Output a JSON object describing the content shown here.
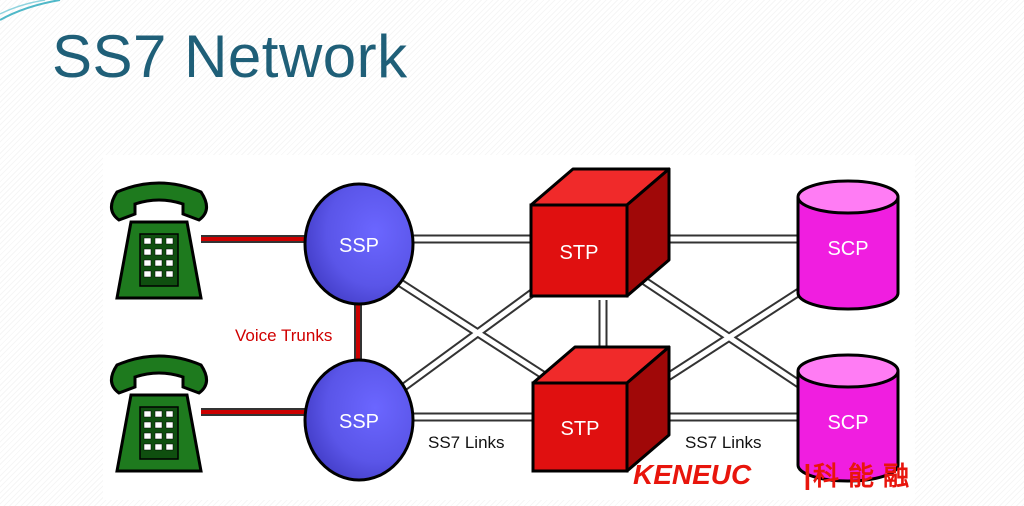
{
  "title": "SS7 Network",
  "nodes": {
    "ssp_top": "SSP",
    "ssp_bottom": "SSP",
    "stp_top": "STP",
    "stp_bottom": "STP",
    "scp_top": "SCP",
    "scp_bottom": "SCP"
  },
  "labels": {
    "voice_trunks": "Voice Trunks",
    "ss7_links_left": "SS7 Links",
    "ss7_links_right": "SS7 Links"
  },
  "logo": {
    "latin": "KENEUC",
    "separator": "|",
    "cjk": "科 能 融 合"
  },
  "colors": {
    "title": "#1f5f78",
    "phone_green": "#1e7a1e",
    "ssp_blue": "#5a55e8",
    "stp_red": "#e01010",
    "scp_magenta": "#f01ee0",
    "trunk_red": "#cc0000",
    "logo_red": "#e8150c"
  },
  "icons": [
    "telephone-icon",
    "telephone-icon"
  ]
}
